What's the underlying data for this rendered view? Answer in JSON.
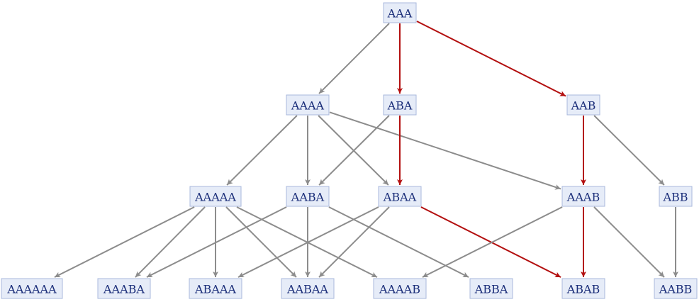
{
  "graph": {
    "nodes": [
      {
        "id": "AAA",
        "label": "AAA"
      },
      {
        "id": "AAAA",
        "label": "AAAA"
      },
      {
        "id": "ABA",
        "label": "ABA"
      },
      {
        "id": "AAB",
        "label": "AAB"
      },
      {
        "id": "AAAAA",
        "label": "AAAAA"
      },
      {
        "id": "AABA",
        "label": "AABA"
      },
      {
        "id": "ABAA",
        "label": "ABAA"
      },
      {
        "id": "AAAB",
        "label": "AAAB"
      },
      {
        "id": "ABB",
        "label": "ABB"
      },
      {
        "id": "AAAAAA",
        "label": "AAAAAA"
      },
      {
        "id": "AAABA",
        "label": "AAABA"
      },
      {
        "id": "ABAAA",
        "label": "ABAAA"
      },
      {
        "id": "AABAA",
        "label": "AABAA"
      },
      {
        "id": "AAAAB",
        "label": "AAAAB"
      },
      {
        "id": "ABBA",
        "label": "ABBA"
      },
      {
        "id": "ABAB",
        "label": "ABAB"
      },
      {
        "id": "AABB",
        "label": "AABB"
      }
    ],
    "edges": [
      {
        "from": "AAA",
        "to": "AAAA",
        "highlight": false
      },
      {
        "from": "AAA",
        "to": "ABA",
        "highlight": true
      },
      {
        "from": "AAA",
        "to": "AAB",
        "highlight": true
      },
      {
        "from": "AAAA",
        "to": "AAAAA",
        "highlight": false
      },
      {
        "from": "AAAA",
        "to": "AABA",
        "highlight": false
      },
      {
        "from": "AAAA",
        "to": "ABAA",
        "highlight": false
      },
      {
        "from": "AAAA",
        "to": "AAAB",
        "highlight": false
      },
      {
        "from": "ABA",
        "to": "AABA",
        "highlight": false
      },
      {
        "from": "ABA",
        "to": "ABAA",
        "highlight": true
      },
      {
        "from": "AAB",
        "to": "AAAB",
        "highlight": true
      },
      {
        "from": "AAB",
        "to": "ABB",
        "highlight": false
      },
      {
        "from": "AAAAA",
        "to": "AAAAAA",
        "highlight": false
      },
      {
        "from": "AAAAA",
        "to": "AAABA",
        "highlight": false
      },
      {
        "from": "AAAAA",
        "to": "ABAAA",
        "highlight": false
      },
      {
        "from": "AAAAA",
        "to": "AABAA",
        "highlight": false
      },
      {
        "from": "AAAAA",
        "to": "AAAAB",
        "highlight": false
      },
      {
        "from": "AABA",
        "to": "AAABA",
        "highlight": false
      },
      {
        "from": "AABA",
        "to": "AABAA",
        "highlight": false
      },
      {
        "from": "AABA",
        "to": "ABBA",
        "highlight": false
      },
      {
        "from": "ABAA",
        "to": "ABAAA",
        "highlight": false
      },
      {
        "from": "ABAA",
        "to": "AABAA",
        "highlight": false
      },
      {
        "from": "ABAA",
        "to": "ABAB",
        "highlight": true
      },
      {
        "from": "AAAB",
        "to": "AAAAB",
        "highlight": false
      },
      {
        "from": "AAAB",
        "to": "ABAB",
        "highlight": true
      },
      {
        "from": "AAAB",
        "to": "AABB",
        "highlight": false
      },
      {
        "from": "ABB",
        "to": "AABB",
        "highlight": false
      }
    ],
    "colors": {
      "node_fill": "#e6ecf8",
      "node_border": "#a9b8dc",
      "node_text": "#1c2f7a",
      "edge_default": "#8c8c8c",
      "edge_highlight": "#b30f0f"
    }
  }
}
